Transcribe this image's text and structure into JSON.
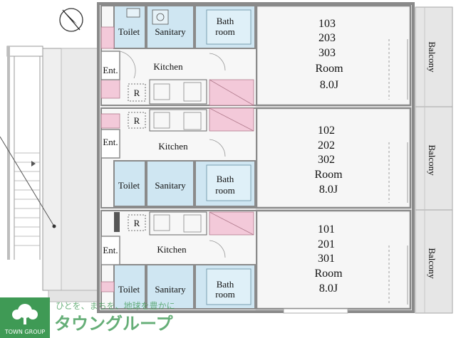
{
  "rooms": {
    "toilet": "Toilet",
    "sanitary": "Sanitary",
    "bath_line1": "Bath",
    "bath_line2": "room",
    "kitchen": "Kitchen",
    "entrance": "Ent.",
    "refrigerator": "R",
    "balcony": "Balcony"
  },
  "units": [
    {
      "numbers": [
        "103",
        "203",
        "303"
      ],
      "type": "Room",
      "size": "8.0J"
    },
    {
      "numbers": [
        "102",
        "202",
        "302"
      ],
      "type": "Room",
      "size": "8.0J"
    },
    {
      "numbers": [
        "101",
        "201",
        "301"
      ],
      "type": "Room",
      "size": "8.0J"
    }
  ],
  "watermark": {
    "tagline": "ひとを、まちを、地球を豊かに",
    "brand": "タウングループ",
    "logo_text": "TOWN GROUP"
  },
  "colors": {
    "wet_area": "#cfe6f2",
    "closet": "#f3c9d9",
    "wall": "#8a8a8a",
    "floor": "#f3f3f3",
    "logo_green": "#3f9a55"
  }
}
